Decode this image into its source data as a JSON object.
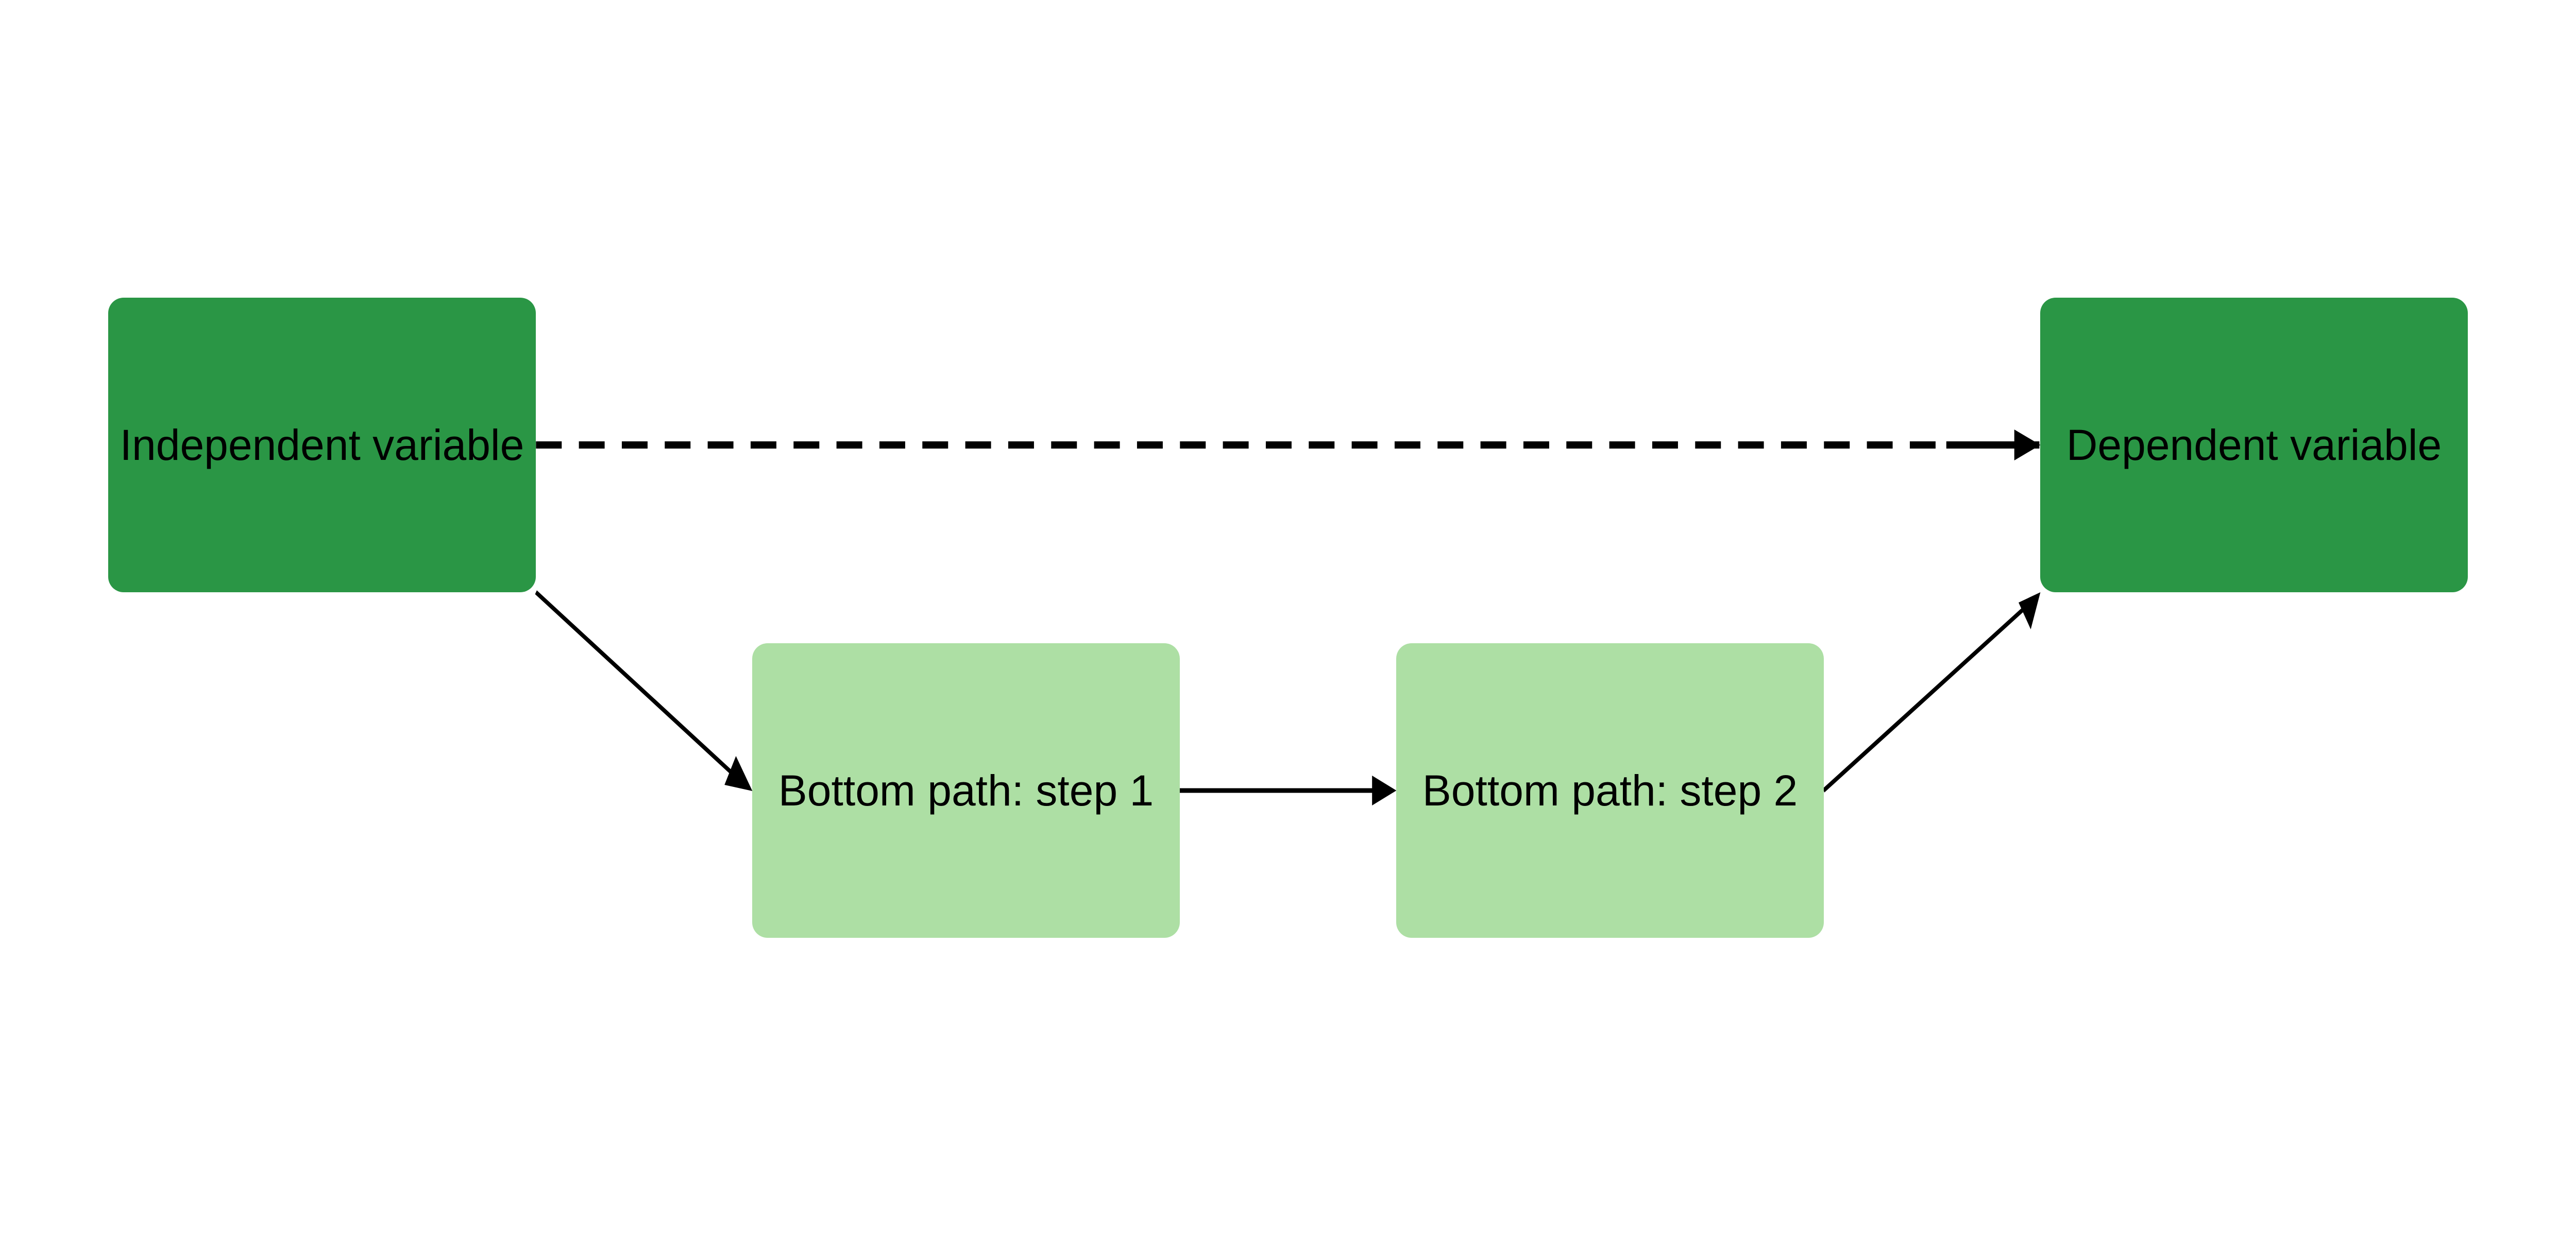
{
  "nodes": {
    "independent": {
      "label": "Independent variable",
      "color": "#2a9645"
    },
    "step1": {
      "label": "Bottom path: step 1",
      "color": "#addfa4"
    },
    "step2": {
      "label": "Bottom path: step 2",
      "color": "#addfa4"
    },
    "dependent": {
      "label": "Dependent variable",
      "color": "#2a9645"
    }
  },
  "edges": [
    {
      "from": "independent",
      "to": "dependent",
      "style": "dashed"
    },
    {
      "from": "independent",
      "to": "step1",
      "style": "solid"
    },
    {
      "from": "step1",
      "to": "step2",
      "style": "solid"
    },
    {
      "from": "step2",
      "to": "dependent",
      "style": "solid"
    }
  ]
}
